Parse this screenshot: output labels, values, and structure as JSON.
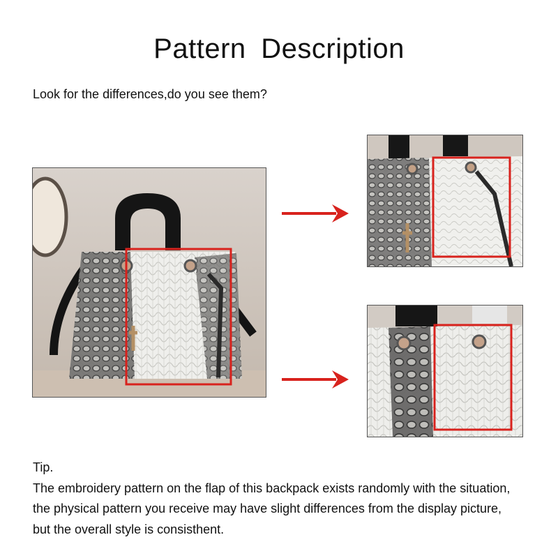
{
  "header": {
    "title": "Pattern  Description",
    "subtitle": "Look for the differences,do you see them?"
  },
  "images": {
    "main": "handbag-full-view",
    "detail_top": "handbag-flap-detail-1",
    "detail_bottom": "handbag-flap-detail-2"
  },
  "colors": {
    "highlight": "#d8221d",
    "arrow": "#d8221d"
  },
  "tip": {
    "heading": "Tip.",
    "lines": [
      "The embroidery pattern on the flap of this backpack exists randomly with the situation,",
      "the physical pattern you receive may have slight differences from the display picture,",
      "but the overall style is consisthent."
    ]
  }
}
